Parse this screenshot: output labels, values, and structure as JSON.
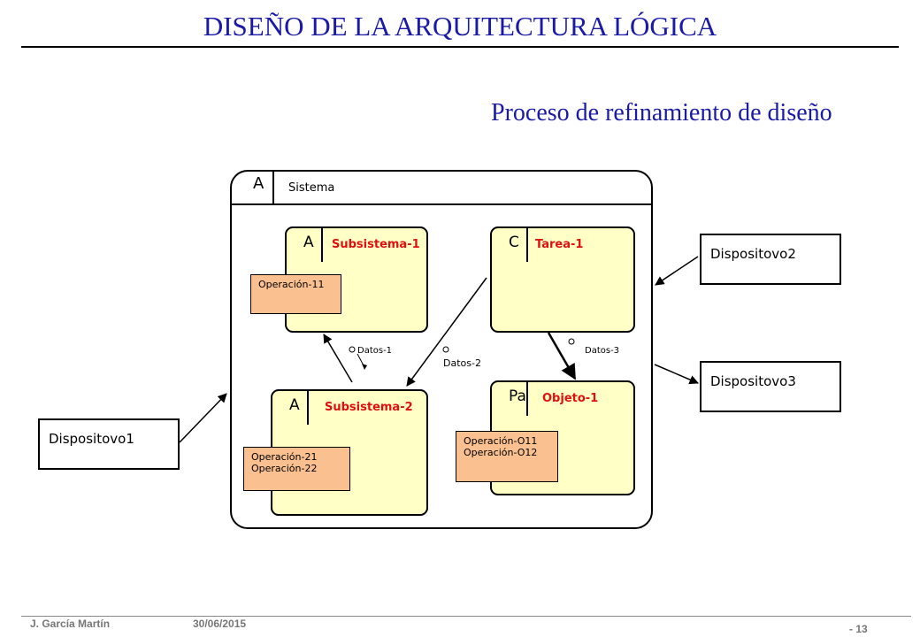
{
  "header": {
    "title": "DISEÑO DE LA ARQUITECTURA LÓGICA",
    "subtitle": "Proceso de refinamiento  de diseño"
  },
  "system": {
    "letter": "A",
    "name": "Sistema"
  },
  "components": {
    "subsistema1": {
      "letter": "A",
      "name": "Subsistema-1",
      "operations": [
        "Operación-11"
      ]
    },
    "tarea1": {
      "letter": "C",
      "name": "Tarea-1"
    },
    "subsistema2": {
      "letter": "A",
      "name": "Subsistema-2",
      "operations": [
        "Operación-21",
        "Operación-22"
      ]
    },
    "objeto1": {
      "letter": "Pa",
      "name": "Objeto-1",
      "operations": [
        "Operación-O11",
        "Operación-O12"
      ]
    }
  },
  "data_flows": [
    "Datos-1",
    "Datos-2",
    "Datos-3"
  ],
  "devices": [
    "Dispositovo1",
    "Dispositovo2",
    "Dispositovo3"
  ],
  "footer": {
    "author": "J. García Martín",
    "date": "30/06/2015",
    "page": "- 13"
  },
  "colors": {
    "title": "#1a1aa6",
    "component_fill": "#ffffc6",
    "component_name": "#e01010",
    "operations_fill": "#fac090"
  }
}
